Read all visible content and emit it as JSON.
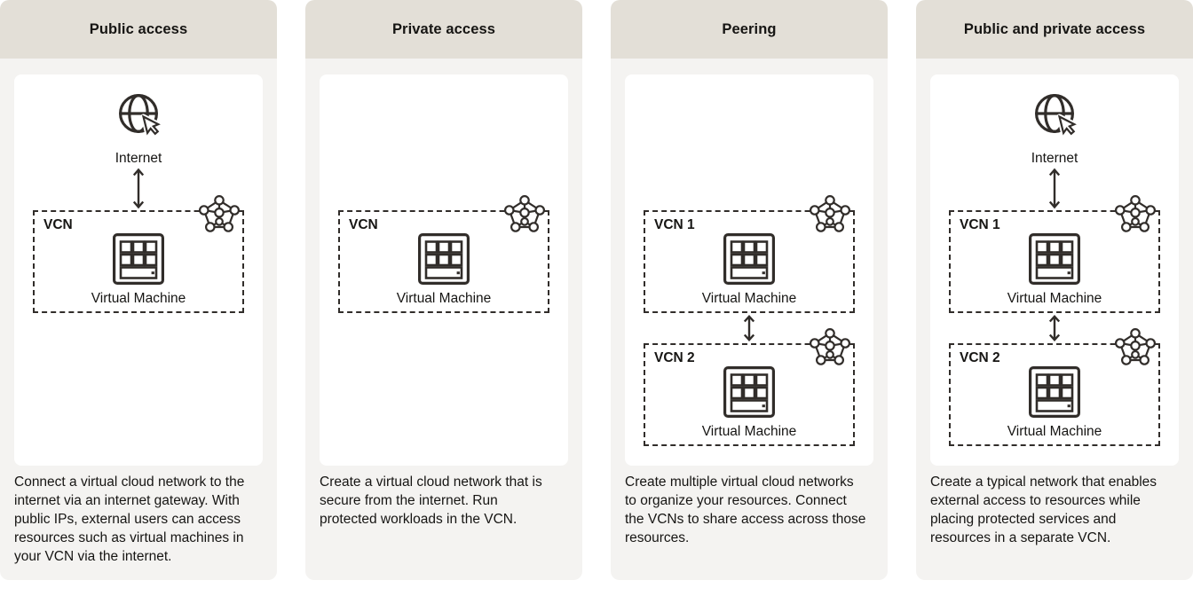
{
  "colors": {
    "header_bg": "#e3dfd7",
    "panel_bg": "#f4f3f1",
    "card_bg": "#ffffff",
    "icon_stroke": "#312d2a",
    "text": "#161513"
  },
  "icons": {
    "internet_globe_icon": "globe with mouse cursor",
    "cursor_icon": "mouse pointer arrow",
    "double_arrow_icon": "vertical two-headed arrow",
    "vcn_network_icon": "pentagon mesh of connected nodes",
    "virtual_machine_icon": "server square with key grid"
  },
  "panels": [
    {
      "title": "Public access",
      "internet_label": "Internet",
      "vcns": [
        {
          "label": "VCN",
          "vm_label": "Virtual Machine"
        }
      ],
      "description": "Connect a virtual cloud network to the internet via an internet gateway. With public IPs, external users can access resources such as virtual machines in your VCN via the internet.",
      "description_lines": [
        "Connect a virtual cloud network to the",
        "internet via an internet gateway. With",
        "public IPs, external users can access",
        "resources such as virtual machines in",
        "your VCN via the internet."
      ]
    },
    {
      "title": "Private access",
      "vcns": [
        {
          "label": "VCN",
          "vm_label": "Virtual Machine"
        }
      ],
      "description": "Create a virtual cloud network that is secure from the internet. Run protected workloads in the VCN.",
      "description_lines": [
        "Create a virtual cloud network that is",
        "secure from the internet. Run",
        "protected workloads in the VCN."
      ]
    },
    {
      "title": "Peering",
      "vcns": [
        {
          "label": "VCN 1",
          "vm_label": "Virtual Machine"
        },
        {
          "label": "VCN 2",
          "vm_label": "Virtual Machine"
        }
      ],
      "description": "Create multiple virtual cloud networks to organize your resources. Connect the VCNs to share access across those resources.",
      "description_lines": [
        "Create multiple virtual cloud networks",
        "to organize your resources. Connect",
        "the VCNs to share access across those",
        "resources."
      ]
    },
    {
      "title": "Public and private access",
      "internet_label": "Internet",
      "vcns": [
        {
          "label": "VCN 1",
          "vm_label": "Virtual Machine"
        },
        {
          "label": "VCN 2",
          "vm_label": "Virtual Machine"
        }
      ],
      "description": "Create a typical network that enables external access to resources while placing protected services and resources in a separate VCN.",
      "description_lines": [
        "Create a typical network that enables",
        "external access to resources while",
        "placing protected services and",
        "resources in a separate VCN."
      ]
    }
  ]
}
